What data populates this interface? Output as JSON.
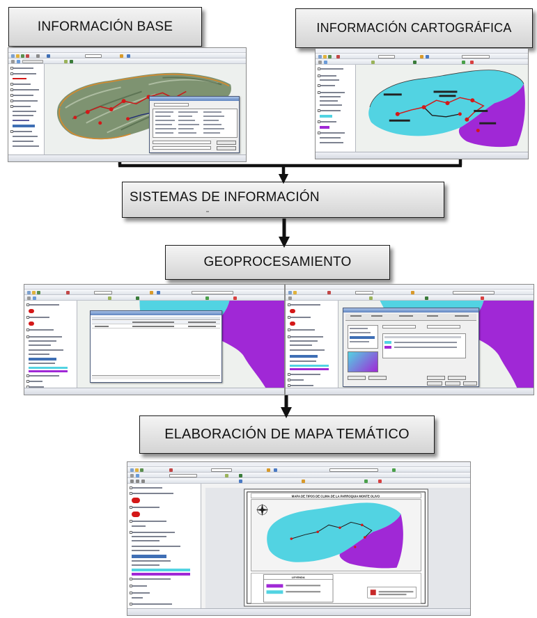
{
  "boxes": {
    "informacion_base": "INFORMACIÓN BASE",
    "informacion_cartografica": "INFORMACIÓN  CARTOGRÁFICA",
    "sistemas_de_informacion": "SISTEMAS DE INFORMACIÓN",
    "geoprocesamiento": "GEOPROCESAMIENTO",
    "elaboracion_mapa_tematico": "ELABORACIÓN DE MAPA TEMÁTICO"
  },
  "screenshots": {
    "base_map": {
      "window": "ArcMap",
      "map_style": "hillshade-topographic",
      "dialog": "Add Data"
    },
    "cartographic_map": {
      "window": "ArcMap",
      "map_style": "climate-zones"
    },
    "geoprocess_table": {
      "window": "ArcMap",
      "dialog": "Attributes table"
    },
    "geoprocess_symbology": {
      "window": "ArcMap",
      "dialog": "Layer Properties - Symbology"
    },
    "thematic_layout": {
      "window": "ArcMap",
      "view": "layout",
      "map_title": "MAPA DE TIPOS DE CLIMA DE LA PARROQUIA MONTE OLIVO",
      "legend_title": "LEYENDA"
    }
  },
  "colors": {
    "box_border": "#1a1a1a",
    "box_fill_top": "#f4f4f4",
    "box_fill_bottom": "#d4d4d4",
    "arrow": "#111111",
    "climate_cyan": "#52d3e2",
    "climate_purple": "#a028d6",
    "terrain_green": "#7d9270",
    "route_red": "#d41818"
  }
}
